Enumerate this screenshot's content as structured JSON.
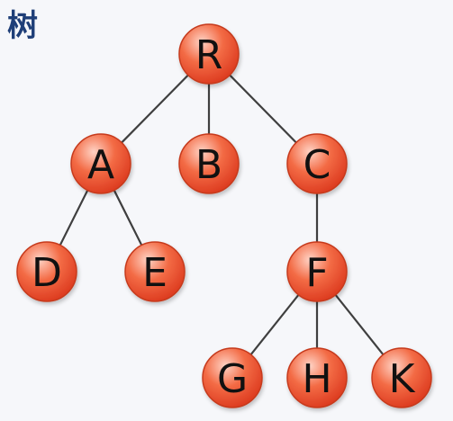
{
  "diagram": {
    "title": "树",
    "colors": {
      "title": "#1f3f78",
      "node_fill_light": "#ffd3c5",
      "node_fill_mid": "#f36b45",
      "node_fill_dark": "#d9341a",
      "node_stroke": "#c63a1f",
      "edge": "#3f3f3f",
      "label": "#111111"
    },
    "nodes": [
      {
        "id": "R",
        "label": "R"
      },
      {
        "id": "A",
        "label": "A"
      },
      {
        "id": "B",
        "label": "B"
      },
      {
        "id": "C",
        "label": "C"
      },
      {
        "id": "D",
        "label": "D"
      },
      {
        "id": "E",
        "label": "E"
      },
      {
        "id": "F",
        "label": "F"
      },
      {
        "id": "G",
        "label": "G"
      },
      {
        "id": "H",
        "label": "H"
      },
      {
        "id": "K",
        "label": "K"
      }
    ],
    "edges": [
      {
        "from": "R",
        "to": "A"
      },
      {
        "from": "R",
        "to": "B"
      },
      {
        "from": "R",
        "to": "C"
      },
      {
        "from": "A",
        "to": "D"
      },
      {
        "from": "A",
        "to": "E"
      },
      {
        "from": "C",
        "to": "F"
      },
      {
        "from": "F",
        "to": "G"
      },
      {
        "from": "F",
        "to": "H"
      },
      {
        "from": "F",
        "to": "K"
      }
    ]
  }
}
